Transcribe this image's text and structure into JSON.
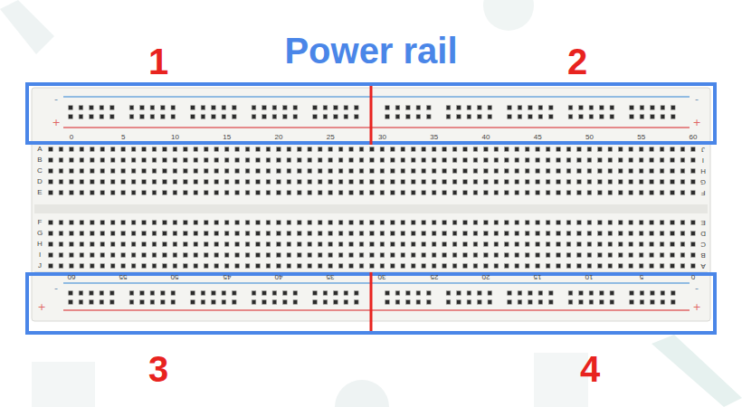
{
  "diagram": {
    "title": "Power rail",
    "labels": [
      "1",
      "2",
      "-",
      "+",
      "-",
      "+",
      "0",
      "5",
      "10",
      "15",
      "20",
      "25",
      "30",
      "35",
      "40",
      "45",
      "50",
      "55",
      "60",
      "A",
      "B",
      "C",
      "D",
      "E",
      "J",
      "I",
      "H",
      "G",
      "F",
      "F",
      "G",
      "H",
      "I",
      "J",
      "E",
      "D",
      "C",
      "B",
      "A",
      "60",
      "55",
      "50",
      "45",
      "40",
      "35",
      "30",
      "25",
      "20",
      "15",
      "10",
      "5",
      "0",
      "-",
      "+",
      "-",
      "+",
      "3",
      "4"
    ]
  }
}
